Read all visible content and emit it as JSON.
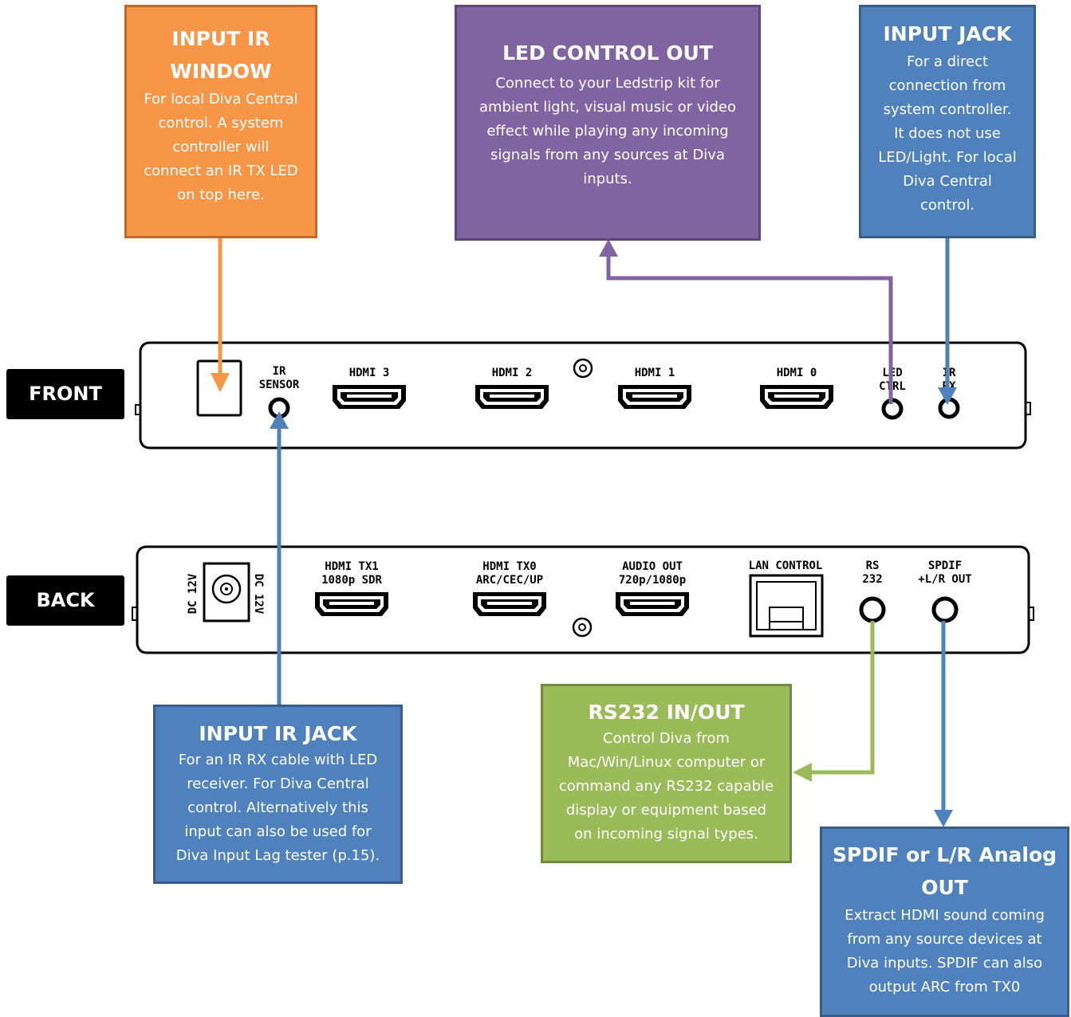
{
  "side_labels": {
    "front": "FRONT",
    "back": "BACK"
  },
  "callouts": {
    "ir_window": {
      "title_line1": "INPUT IR",
      "title_line2": "WINDOW",
      "lines": [
        "For local Diva Central",
        "control. A system",
        "controller will",
        "connect an IR TX LED",
        "on top here."
      ]
    },
    "led_control": {
      "title": "LED CONTROL OUT",
      "lines": [
        "Connect to your Ledstrip kit for",
        "ambient light, visual music or video",
        "effect while playing any incoming",
        "signals from any sources at Diva",
        "inputs."
      ]
    },
    "input_jack": {
      "title": "INPUT JACK",
      "lines": [
        "For a direct",
        "connection from",
        "system controller.",
        "It does not use",
        "LED/Light. For local",
        "Diva Central",
        "control."
      ]
    },
    "ir_jack": {
      "title": "INPUT IR JACK",
      "lines": [
        "For an IR RX cable with LED",
        "receiver. For Diva Central",
        "control.  Alternatively this",
        "input can also be used for",
        "Diva Input Lag tester (p.15)."
      ]
    },
    "rs232": {
      "title": "RS232 IN/OUT",
      "lines": [
        "Control Diva from",
        "Mac/Win/Linux computer or",
        "command any RS232 capable",
        "display or equipment based",
        "on incoming signal types."
      ]
    },
    "spdif": {
      "title_line1": "SPDIF or L/R Analog",
      "title_line2": "OUT",
      "lines": [
        "Extract HDMI sound coming",
        "from any source devices at",
        "Diva inputs. SPDIF can also",
        "output ARC from TX0"
      ]
    }
  },
  "front_ports": {
    "ir_sensor": [
      "IR",
      "SENSOR"
    ],
    "hdmi3": "HDMI 3",
    "hdmi2": "HDMI 2",
    "hdmi1": "HDMI 1",
    "hdmi0": "HDMI 0",
    "led_ctrl": [
      "LED",
      "CTRL"
    ],
    "ir_rx": [
      "IR",
      "RX"
    ]
  },
  "back_ports": {
    "dc_left": "DC 12V",
    "dc_right": "DC 12V",
    "hdmi_tx1": [
      "HDMI TX1",
      "1080p SDR"
    ],
    "hdmi_tx0": [
      "HDMI TX0",
      "ARC/CEC/UP"
    ],
    "audio_out": [
      "AUDIO OUT",
      "720p/1080p"
    ],
    "lan": "LAN CONTROL",
    "rs232": [
      "RS",
      "232"
    ],
    "spdif": [
      "SPDIF",
      "+L/R OUT"
    ]
  },
  "colors": {
    "orange": "#f79646",
    "purple": "#8064a2",
    "blue": "#4f81bd",
    "green": "#9bbb59"
  }
}
